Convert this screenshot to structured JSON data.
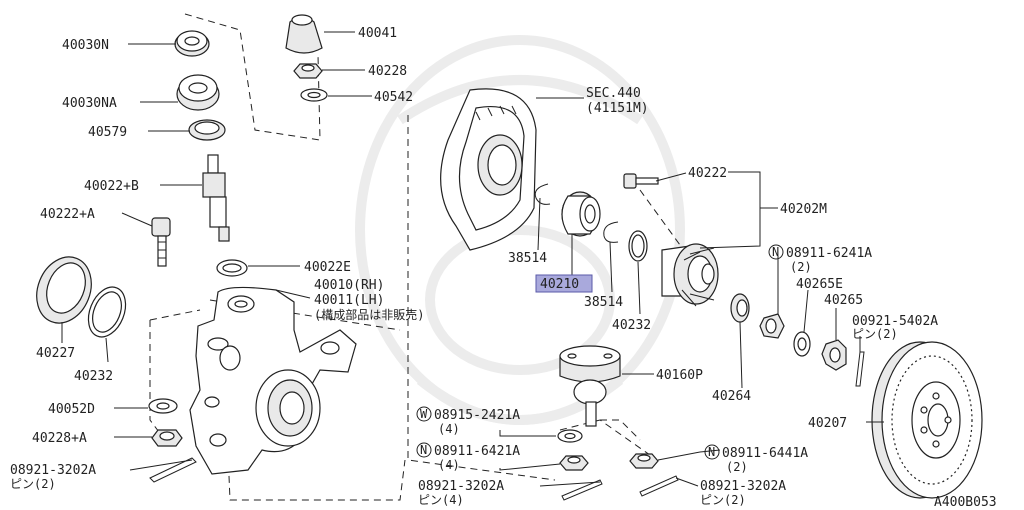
{
  "diagram": {
    "code": "A400B053",
    "highlighted_part": "40210",
    "labels": {
      "p40030N": "40030N",
      "p40030NA": "40030NA",
      "p40579": "40579",
      "p40022B": "40022+B",
      "p40222A": "40222+A",
      "p40041": "40041",
      "p40228": "40228",
      "p40542": "40542",
      "p40022E": "40022E",
      "p40010": "40010(RH)",
      "p40011": "40011(LH)",
      "p40011_note": "(構成部品は非販売)",
      "p40227": "40227",
      "p40232L": "40232",
      "p40052D": "40052D",
      "p40228A": "40228+A",
      "p08921_3202A_l": "08921-3202A",
      "pin2_l": "ピン(2)",
      "sec440": "SEC.440",
      "sec440_sub": "(41151M)",
      "p38514a": "38514",
      "p40210": "40210",
      "p38514b": "38514",
      "p40232R": "40232",
      "p40222": "40222",
      "p40202M": "40202M",
      "n08911_6241A": "08911-6241A",
      "qty2_a": "(2)",
      "p40265E": "40265E",
      "p40265": "40265",
      "p00921_5402A": "00921-5402A",
      "pin2_b": "ピン(2)",
      "p40160P": "40160P",
      "w08915_2421A": "08915-2421A",
      "qty4_a": "(4)",
      "n08911_6421A": "08911-6421A",
      "qty4_b": "(4)",
      "p08921_3202A_m": "08921-3202A",
      "pin4": "ピン(4)",
      "n08911_6441A": "08911-6441A",
      "qty2_c": "(2)",
      "p08921_3202A_r": "08921-3202A",
      "pin2_c": "ピン(2)",
      "p40264": "40264",
      "p40207": "40207",
      "circle_N": "N",
      "circle_W": "W"
    }
  }
}
